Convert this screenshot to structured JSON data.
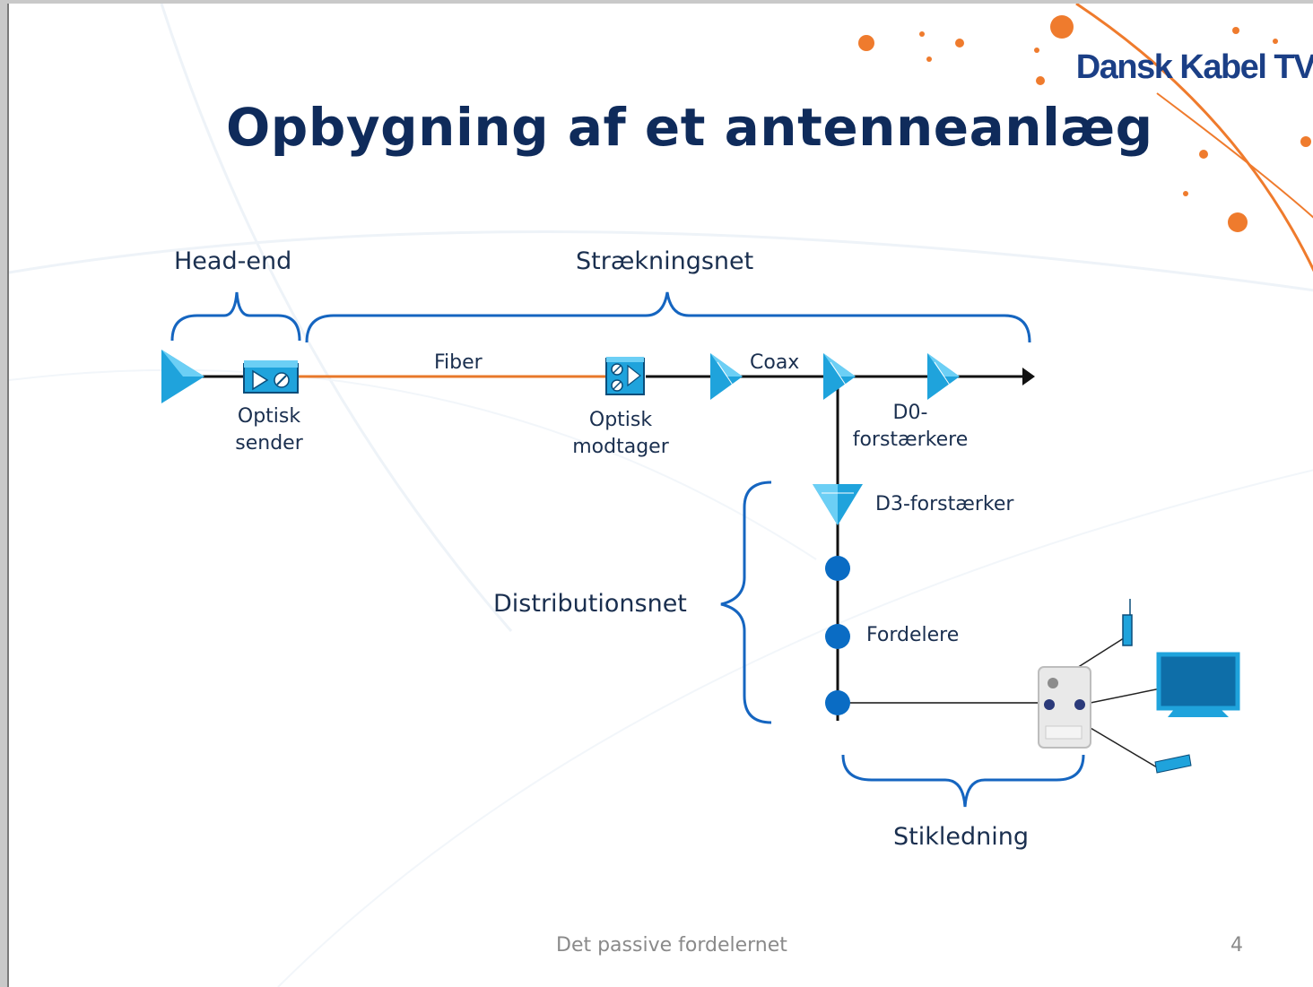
{
  "slide": {
    "logo_text": "Dansk Kabel TV",
    "title": "Opbygning af et antenneanlæg",
    "footer_text": "Det passive fordelernet",
    "page_number": "4"
  },
  "diagram": {
    "section_labels": {
      "head_end": "Head-end",
      "straekningsnet": "Strækningsnet",
      "distributionsnet": "Distributionsnet",
      "stikledning": "Stikledning"
    },
    "link_labels": {
      "fiber": "Fiber",
      "coax": "Coax"
    },
    "component_labels": {
      "optisk_sender_line1": "Optisk",
      "optisk_sender_line2": "sender",
      "optisk_modtager_line1": "Optisk",
      "optisk_modtager_line2": "modtager",
      "d0_line1": "D0-",
      "d0_line2": "forstærkere",
      "d3": "D3-forstærker",
      "fordelere": "Fordelere"
    }
  },
  "colors": {
    "title": "#0f2b5b",
    "logo": "#1b3f86",
    "brace": "#1565c0",
    "fiber": "#e8782a",
    "amplifier": "#1fa3dc",
    "splitter": "#0a6cc4",
    "accent_dots": "#ef7b2d"
  },
  "icons": [
    "amplifier-icon",
    "optical-transmitter-icon",
    "optical-receiver-icon",
    "splitter-node-icon",
    "wall-outlet-icon",
    "tv-monitor-icon",
    "radio-icon",
    "set-top-box-icon"
  ]
}
